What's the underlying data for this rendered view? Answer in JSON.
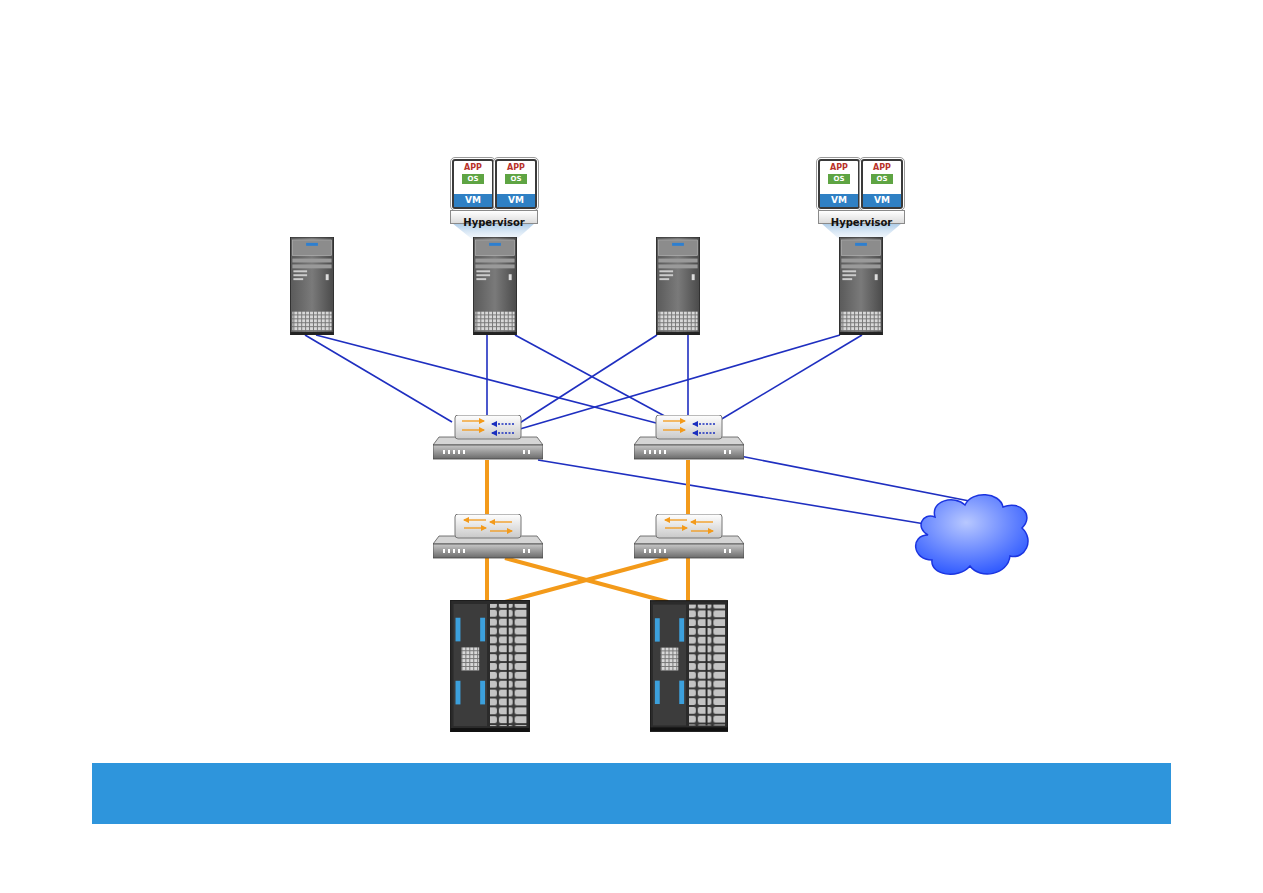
{
  "diagram": {
    "nodes": [
      {
        "text": [
          "APP",
          "OS",
          "VM"
        ]
      },
      {
        "text": [
          "APP",
          "OS",
          "VM"
        ]
      },
      {
        "text": [
          "Hypervisor"
        ]
      },
      {
        "text": [
          "APP",
          "OS",
          "VM"
        ]
      },
      {
        "text": [
          "APP",
          "OS",
          "VM"
        ]
      },
      {
        "text": [
          "Hypervisor"
        ]
      }
    ]
  }
}
